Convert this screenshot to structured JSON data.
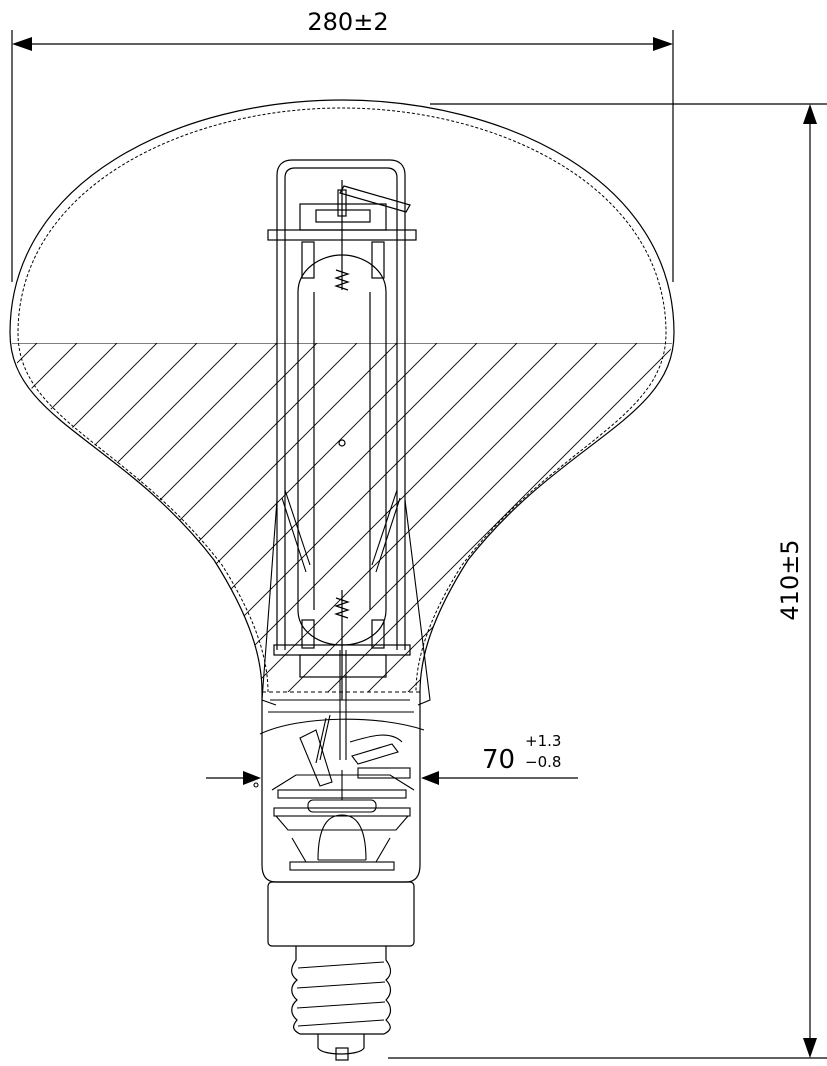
{
  "dimensions": {
    "width": {
      "value": "280",
      "tolerance": "±2"
    },
    "height": {
      "value": "410",
      "tolerance": "±5"
    },
    "neck": {
      "value": "70",
      "tol_plus": "+1.3",
      "tol_minus": "−0.8"
    }
  },
  "colors": {
    "line": "#000000",
    "background": "#ffffff"
  }
}
